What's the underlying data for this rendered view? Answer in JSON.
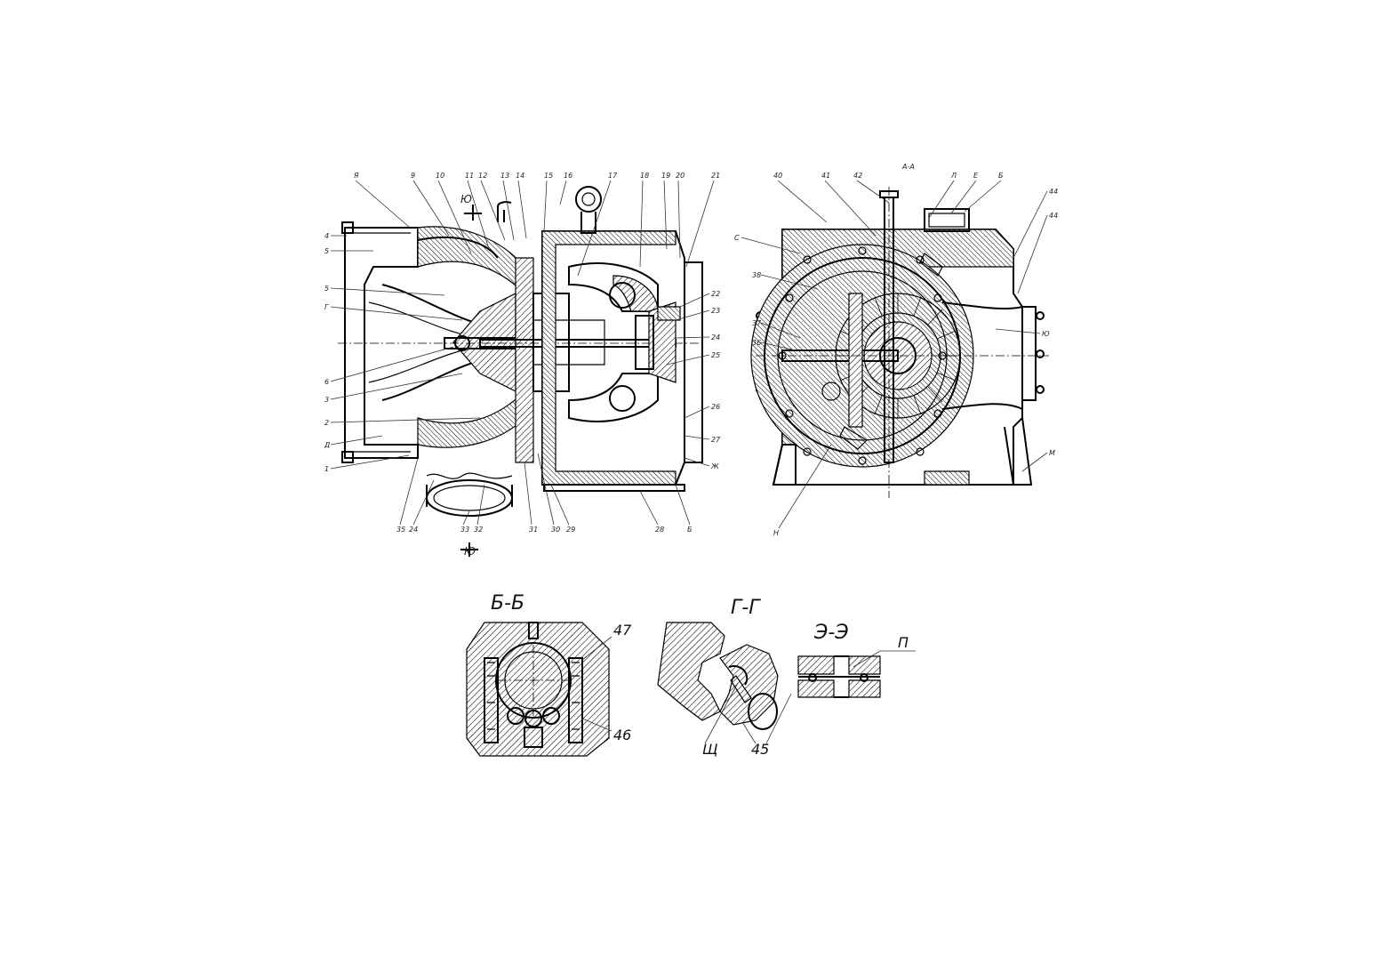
{
  "sheet": {
    "top_labels_left": [
      "Я",
      "9",
      "10",
      "11",
      "12",
      "13",
      "14",
      "15",
      "16",
      "17",
      "18",
      "19",
      "20",
      "21"
    ],
    "left_side_labels": [
      "4",
      "5",
      "5",
      "Г",
      "6",
      "3",
      "2",
      "Д",
      "1"
    ],
    "right_side_labels_left_view": [
      "22",
      "23",
      "24",
      "25",
      "26",
      "27",
      "Ж"
    ],
    "bottom_labels_left": [
      "35",
      "24",
      "33",
      "32",
      "31",
      "30",
      "29",
      "28",
      "Б"
    ],
    "section_mark_top": "Ю",
    "section_mark_bottom": "Ю",
    "top_labels_right": [
      "40",
      "41",
      "42",
      "А-А",
      "Л",
      "Е",
      "Б"
    ],
    "right_side_labels_right_view": [
      "44",
      "44",
      "Ю",
      "М"
    ],
    "left_side_labels_right_view": [
      "С",
      "38",
      "37",
      "36"
    ],
    "bottom_label_right": "Н",
    "section_bb": {
      "title": "Б-Б",
      "callouts": [
        "47",
        "46"
      ]
    },
    "section_gg": {
      "title": "Г-Г",
      "callouts": [
        "Щ",
        "45"
      ]
    },
    "section_ee": {
      "title": "Э-Э",
      "callouts": [
        "П"
      ]
    }
  }
}
